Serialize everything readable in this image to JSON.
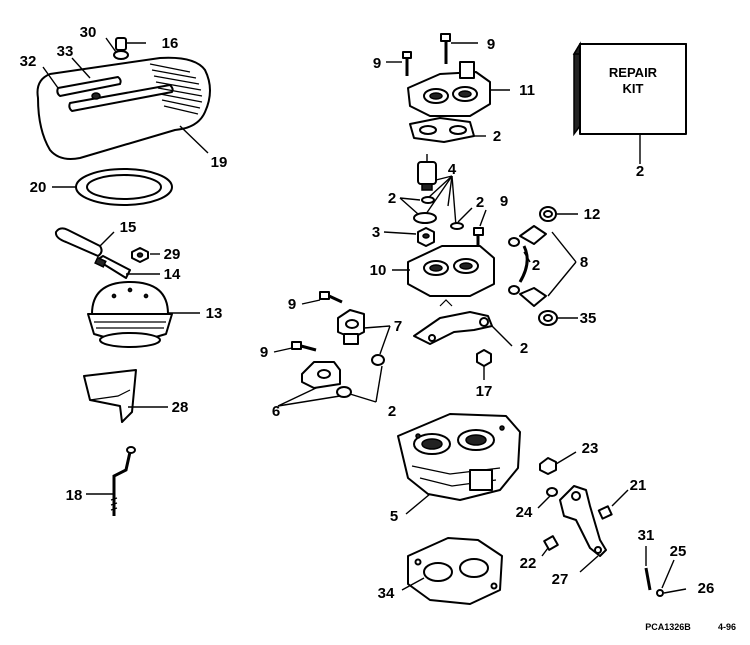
{
  "kit": {
    "line1": "REPAIR",
    "line2": "KIT"
  },
  "drawing_ref": "PCA1326B",
  "drawing_date": "4-96",
  "callouts": {
    "c30": "30",
    "c16": "16",
    "c32": "32",
    "c33": "33",
    "c19": "19",
    "c20": "20",
    "c15": "15",
    "c29": "29",
    "c14": "14",
    "c13": "13",
    "c28": "28",
    "c18": "18",
    "c9a": "9",
    "c9b": "9",
    "c11": "11",
    "c2a": "2",
    "c4": "4",
    "c2b": "2",
    "c2c": "2",
    "c9c": "9",
    "c12": "12",
    "c3": "3",
    "c10": "10",
    "c2d": "2",
    "c8": "8",
    "c9d": "9",
    "c7": "7",
    "c35": "35",
    "c9e": "9",
    "c2e": "2",
    "c17": "17",
    "c6": "6",
    "c2f": "2",
    "c2g": "2",
    "c23": "23",
    "c5": "5",
    "c24": "24",
    "c21": "21",
    "c31": "31",
    "c25": "25",
    "c22": "22",
    "c27": "27",
    "c26": "26",
    "c34": "34"
  }
}
